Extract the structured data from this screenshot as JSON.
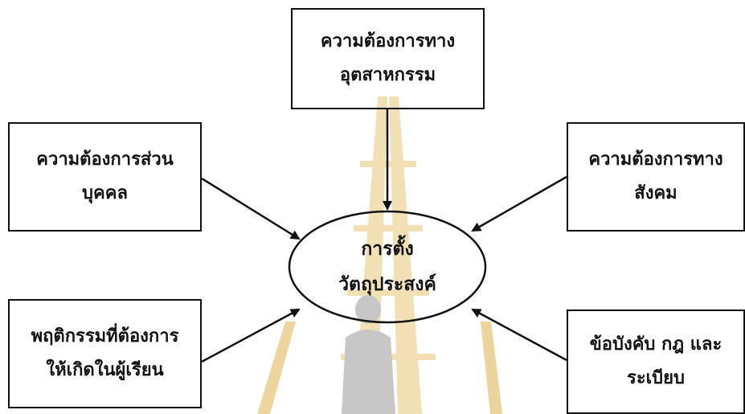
{
  "diagram": {
    "center": {
      "line1": "การตั้ง",
      "line2": "วัตถุประสงค์"
    },
    "nodes": {
      "industry": {
        "line1": "ความต้องการทาง",
        "line2": "อุตสาหกรรม"
      },
      "personal": {
        "line1": "ความต้องการส่วน",
        "line2": "บุคคล"
      },
      "social": {
        "line1": "ความต้องการทาง",
        "line2": "สังคม"
      },
      "behavior": {
        "line1": "พฤติกรรมที่ต้องการ",
        "line2": "ให้เกิดในผู้เรียน"
      },
      "rules": {
        "line1": "ข้อบังคับ กฎ และ",
        "line2": "ระเบียบ"
      }
    },
    "edges": [
      {
        "from": "industry",
        "to": "center"
      },
      {
        "from": "personal",
        "to": "center"
      },
      {
        "from": "social",
        "to": "center"
      },
      {
        "from": "behavior",
        "to": "center"
      },
      {
        "from": "rules",
        "to": "center"
      }
    ]
  },
  "colors": {
    "line": "#111111",
    "watermark_gold": "#d9a63a",
    "watermark_gray": "#8a8a8a"
  }
}
